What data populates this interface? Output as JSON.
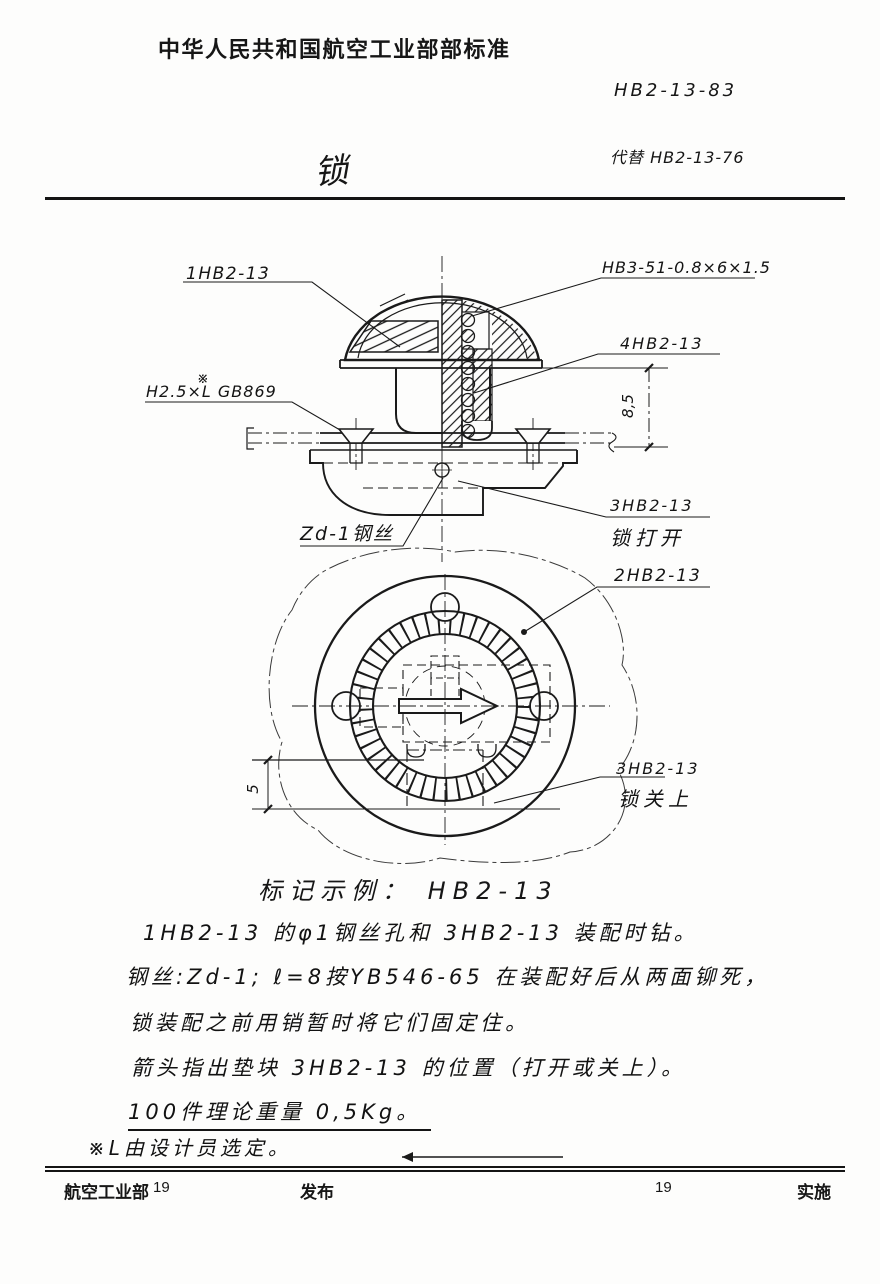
{
  "header": {
    "org_title": "中华人民共和国航空工业部部标准",
    "std_no": "HB2-13-83",
    "doc_title": "锁",
    "replaces": "代替 HB2-13-76"
  },
  "drawing": {
    "part1": "1HB2-13",
    "rivet": "HB3-51-0.8×6×1.5",
    "part4": "4HB2-13",
    "screw": "H2.5×L GB869",
    "footnote_mark": "※",
    "dim_height": "8,5",
    "wire": "Zd-1钢丝",
    "part3": "3HB2-13",
    "open_caption": "锁打开",
    "part2": "2HB2-13",
    "closed_caption": "锁关上",
    "dim_offset": "5"
  },
  "marking_example": "标记示例： HB2-13",
  "notes": [
    "1HB2-13 的φ1钢丝孔和 3HB2-13 装配时钻。",
    "钢丝:Zd-1; ℓ=8按YB546-65 在装配好后从两面铆死，",
    "锁装配之前用销暂时将它们固定住。",
    "箭头指出垫块 3HB2-13 的位置（打开或关上）。",
    "100件理论重量 0,5Kg。",
    "※L由设计员选定。"
  ],
  "footer": {
    "org": "航空工业部",
    "year_issue": "19",
    "issue_label": "发布",
    "year_impl": "19",
    "impl_label": "实施"
  }
}
